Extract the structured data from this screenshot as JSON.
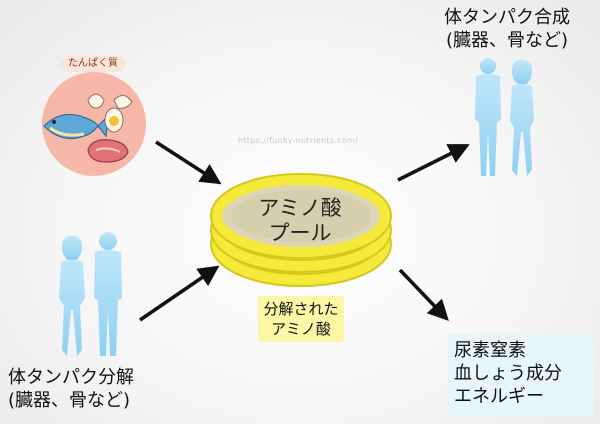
{
  "labels": {
    "protein_source": "たんぱく質",
    "body_synthesis_line1": "体タンパク合成",
    "body_synthesis_line2": "(臓器、骨など)",
    "body_breakdown_line1": "体タンパク分解",
    "body_breakdown_line2": "(臓器、骨など)",
    "pool_line1": "アミノ酸",
    "pool_line2": "プール",
    "decomposed_line1": "分解された",
    "decomposed_line2": "アミノ酸",
    "watermark": "https://funky-nutrients.com/"
  },
  "outputs": [
    "尿素窒素",
    "血しょう成分",
    "エネルギー"
  ],
  "colors": {
    "ring": "#f5e93a",
    "ring_shadow": "#d6c71e",
    "silhouette": "#a9dcf6",
    "decomposed_box": "#fbf7a6",
    "result_box": "#e6f6fb",
    "food_circle": "#f6b7a8"
  },
  "icons": [
    "fish-icon",
    "egg-icon",
    "meat-icon",
    "female-silhouette-icon",
    "male-silhouette-icon",
    "arrow-icon"
  ]
}
